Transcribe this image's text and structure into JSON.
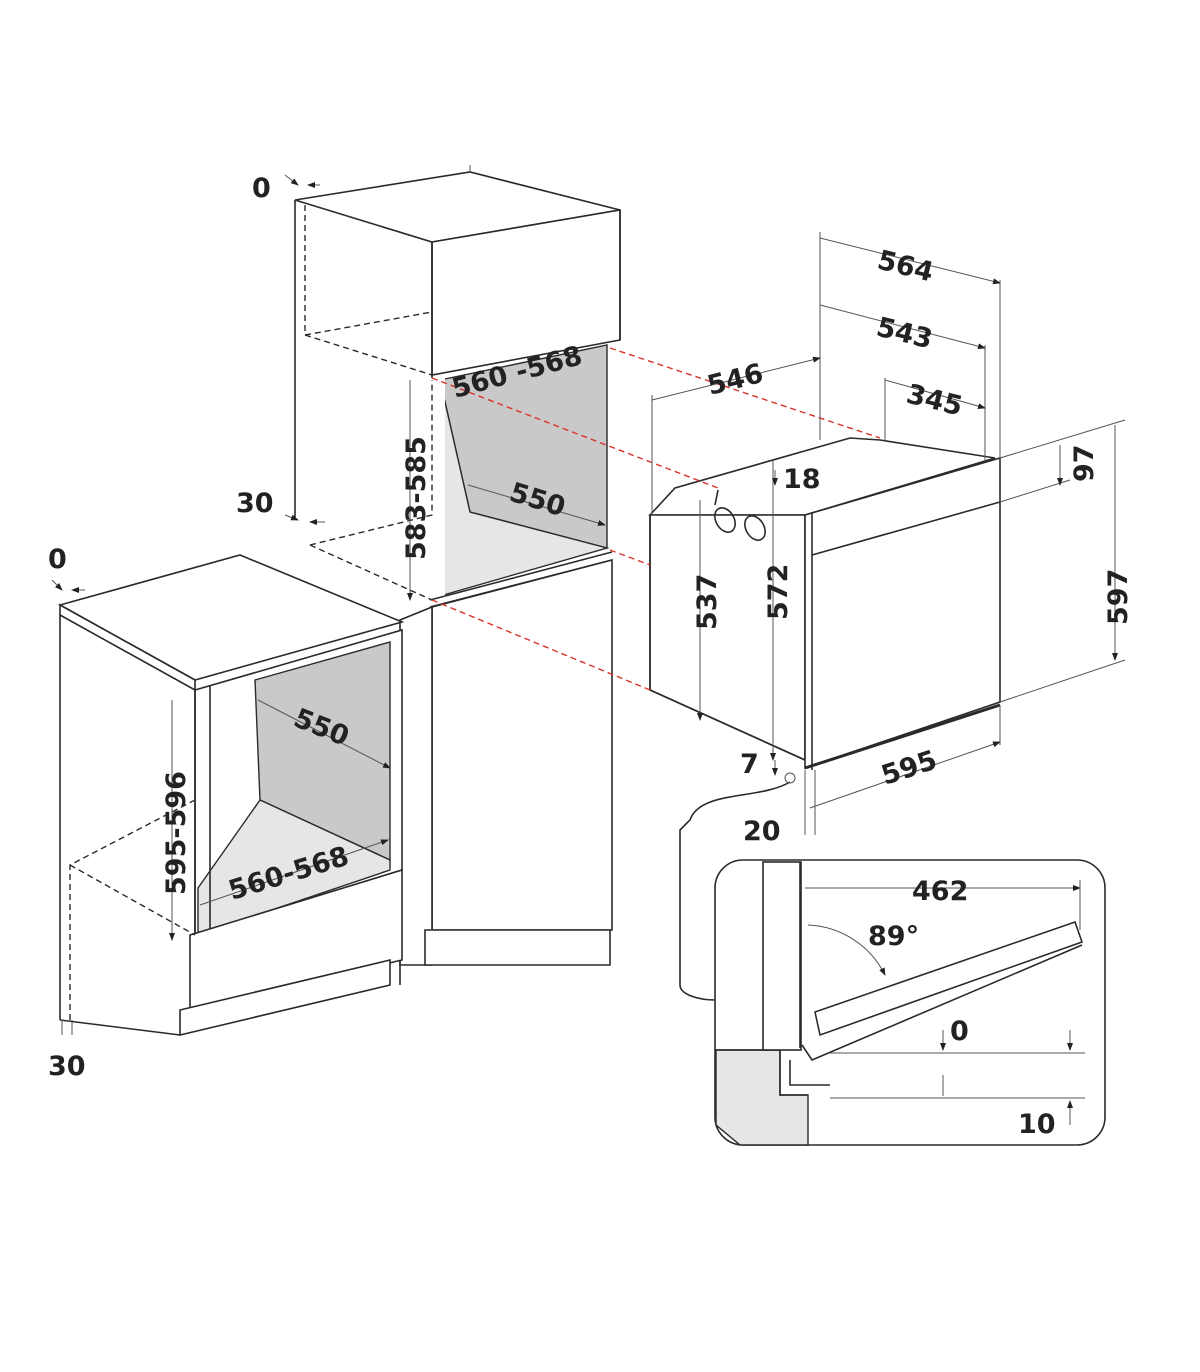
{
  "colors": {
    "line": "#2a2a2a",
    "alignment_dash": "#d9342b",
    "niche": "#c9c9c9"
  },
  "tall_cabinet": {
    "top_gap": "0",
    "niche_width": "560 -568",
    "niche_height": "583-585",
    "niche_depth": "550",
    "side_gap": "30"
  },
  "base_cabinet": {
    "top_gap": "0",
    "niche_depth": "550",
    "niche_height": "595-596",
    "niche_width": "560-568",
    "side_gap": "30"
  },
  "oven": {
    "overall_depth": "564",
    "body_depth": "543",
    "depth_546": "546",
    "rear_345": "345",
    "panel_97": "97",
    "top_18": "18",
    "side_height": "537",
    "body_height": "572",
    "front_height": "597",
    "width": "595",
    "bottom_7": "7",
    "front_20": "20"
  },
  "door_detail": {
    "door_length": "462",
    "angle": "89°",
    "gap_0": "0",
    "gap_10": "10"
  }
}
